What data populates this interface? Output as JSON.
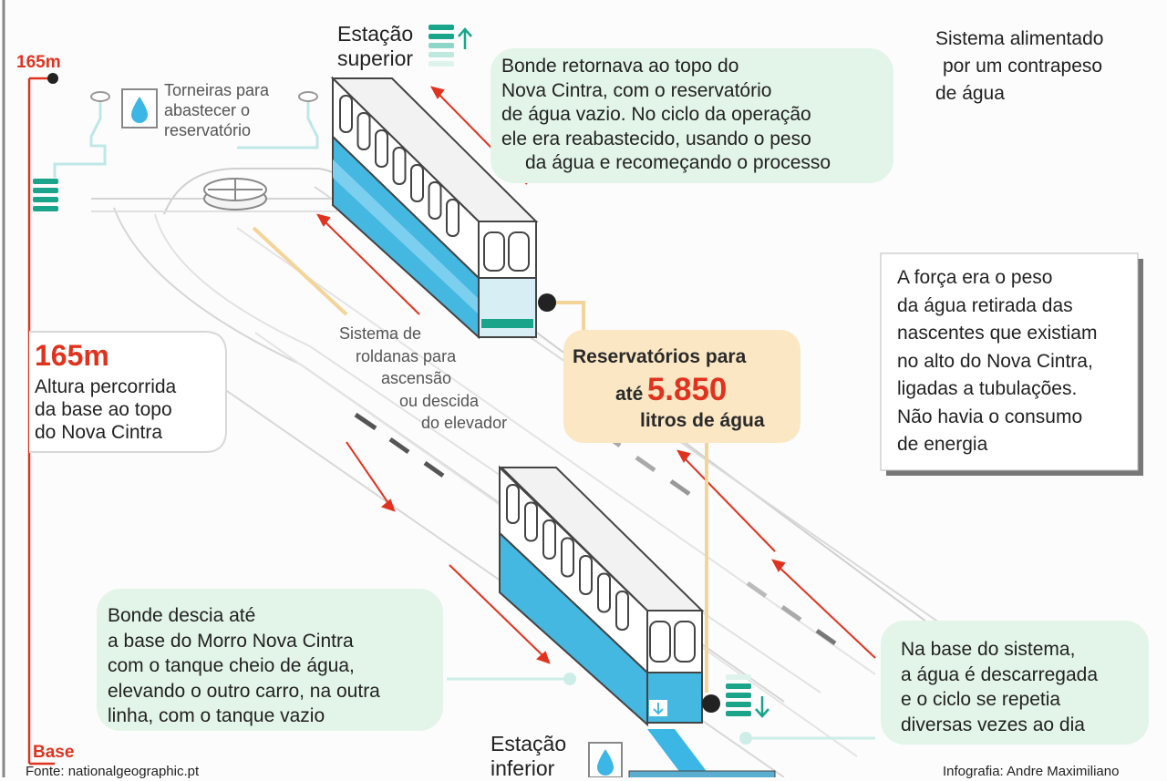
{
  "height_bar": {
    "top_label": "165m",
    "bottom_label": "Base"
  },
  "upper_station": {
    "label_line1": "Estação",
    "label_line2": "superior"
  },
  "lower_station": {
    "label_line1": "Estação",
    "label_line2": "inferior"
  },
  "taps": {
    "lines": [
      "Torneiras para",
      "abastecer o",
      "reservatório"
    ]
  },
  "top_callout": {
    "lines": [
      "Bonde retornava ao topo do",
      "Nova Cintra, com o reservatório",
      "de água vazio. No ciclo da operação",
      "ele era reabastecido, usando o peso",
      "da água e recomeçando o processo"
    ]
  },
  "counterweight": {
    "lines": [
      "Sistema alimentado",
      "por um contrapeso",
      "de água"
    ]
  },
  "force_box": {
    "lines": [
      "A força era o peso",
      "da água retirada das",
      "nascentes que existiam",
      "no alto do Nova Cintra,",
      "ligadas a tubulações.",
      "Não havia o consumo",
      "de energia"
    ]
  },
  "height_box": {
    "value": "165m",
    "lines": [
      "Altura percorrida",
      "da base ao topo",
      "do Nova Cintra"
    ]
  },
  "pulleys": {
    "lines": [
      "Sistema de",
      "roldanas para",
      "ascensão",
      "ou descida",
      "do elevador"
    ]
  },
  "reservoir": {
    "line1": "Reservatórios para",
    "prefix": "até",
    "value": "5.850",
    "line3": "litros de água"
  },
  "descent_callout": {
    "lines": [
      "Bonde descia até",
      "a base do Morro Nova Cintra",
      "com o tanque cheio de água,",
      "elevando o outro carro, na outra",
      "linha, com o tanque vazio"
    ]
  },
  "base_callout": {
    "lines": [
      "Na base do sistema,",
      "a água é descarregada",
      "e o ciclo se repetia",
      "diversas vezes ao dia"
    ]
  },
  "footer": {
    "source": "Fonte: nationalgeographic.pt",
    "credit": "Infografia: Andre Maximiliano"
  },
  "colors": {
    "accent_red": "#e0331f",
    "water_blue": "#3cb6e4",
    "teal": "#1aa58a",
    "callout_green": "#e3f5e9",
    "callout_orange": "#fbe7c4"
  }
}
